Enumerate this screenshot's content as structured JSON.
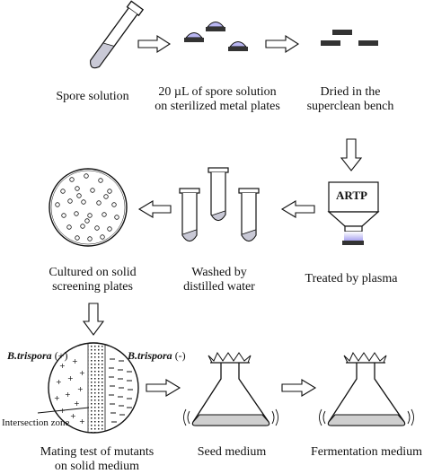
{
  "steps": {
    "spore_solution": "Spore solution",
    "spore_on_plates_line1": "20 µL of spore solution",
    "spore_on_plates_line2": "on sterilized metal plates",
    "dried_line1": "Dried in the",
    "dried_line2": "superclean bench",
    "treated": "Treated by plasma",
    "washed_line1": "Washed by",
    "washed_line2": "distilled water",
    "cultured_line1": "Cultured on solid",
    "cultured_line2": "screening plates",
    "mating_line1": "Mating test of mutants",
    "mating_line2": "on solid medium",
    "seed": "Seed medium",
    "fermentation": "Fermentation medium"
  },
  "labels": {
    "artp": "ARTP",
    "btrispora_plus_name": "B.trispora",
    "btrispora_plus_sign": "(+)",
    "btrispora_minus_name": "B.trispora",
    "btrispora_minus_sign": "(-)",
    "intersection_zone": "Intersection zone"
  },
  "colors": {
    "liquid": "#c9c9d6",
    "plate_dark": "#333333",
    "plasma_glow": "#b9b6f2",
    "medium": "#cfcfcf"
  }
}
